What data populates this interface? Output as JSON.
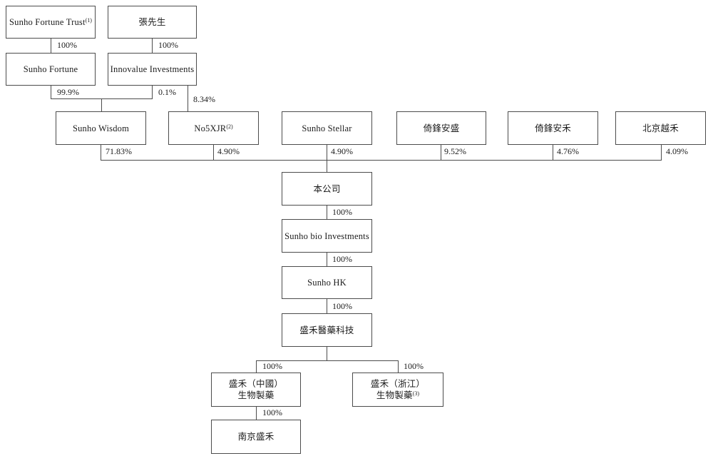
{
  "diagram_type": "shareholding-structure-chart",
  "nodes": [
    {
      "label": "Sunho Fortune Trust",
      "sup": "(1)"
    },
    {
      "label": "張先生"
    },
    {
      "label": "Sunho Fortune"
    },
    {
      "label": "Innovalue Investments"
    },
    {
      "label": "Sunho Wisdom"
    },
    {
      "label": "No5XJR",
      "sup": "(2)"
    },
    {
      "label": "Sunho Stellar"
    },
    {
      "label": "倚鋒安盛"
    },
    {
      "label": "倚鋒安禾"
    },
    {
      "label": "北京越禾"
    },
    {
      "label": "本公司"
    },
    {
      "label": "Sunho bio Investments"
    },
    {
      "label": "Sunho HK"
    },
    {
      "label": "盛禾醫藥科技"
    },
    {
      "label": "盛禾（中國）",
      "label2": "生物製藥"
    },
    {
      "label": "盛禾（浙江）",
      "label2": "生物製藥",
      "sup": "(3)"
    },
    {
      "label": "南京盛禾"
    }
  ],
  "edges": [
    {
      "from": "Sunho Fortune Trust",
      "to": "Sunho Fortune",
      "pct": "100%"
    },
    {
      "from": "張先生",
      "to": "Innovalue Investments",
      "pct": "100%"
    },
    {
      "from": "Sunho Fortune",
      "to": "Sunho Wisdom",
      "pct": "99.9%"
    },
    {
      "from": "Innovalue Investments",
      "to": "Sunho Wisdom",
      "pct": "0.1%"
    },
    {
      "from": "Innovalue Investments",
      "to": "No5XJR",
      "pct": "8.34%"
    },
    {
      "from": "Sunho Wisdom",
      "to": "本公司",
      "pct": "71.83%"
    },
    {
      "from": "No5XJR",
      "to": "本公司",
      "pct": "4.90%"
    },
    {
      "from": "Sunho Stellar",
      "to": "本公司",
      "pct": "4.90%"
    },
    {
      "from": "倚鋒安盛",
      "to": "本公司",
      "pct": "9.52%"
    },
    {
      "from": "倚鋒安禾",
      "to": "本公司",
      "pct": "4.76%"
    },
    {
      "from": "北京越禾",
      "to": "本公司",
      "pct": "4.09%"
    },
    {
      "from": "本公司",
      "to": "Sunho bio Investments",
      "pct": "100%"
    },
    {
      "from": "Sunho bio Investments",
      "to": "Sunho HK",
      "pct": "100%"
    },
    {
      "from": "Sunho HK",
      "to": "盛禾醫藥科技",
      "pct": "100%"
    },
    {
      "from": "盛禾醫藥科技",
      "to": "盛禾（中國）生物製藥",
      "pct": "100%"
    },
    {
      "from": "盛禾醫藥科技",
      "to": "盛禾（浙江）生物製藥",
      "pct": "100%"
    },
    {
      "from": "盛禾（中國）生物製藥",
      "to": "南京盛禾",
      "pct": "100%"
    }
  ],
  "colors": {
    "line": "#4c4c4c",
    "text": "#1c1c1c",
    "background": "#ffffff"
  }
}
